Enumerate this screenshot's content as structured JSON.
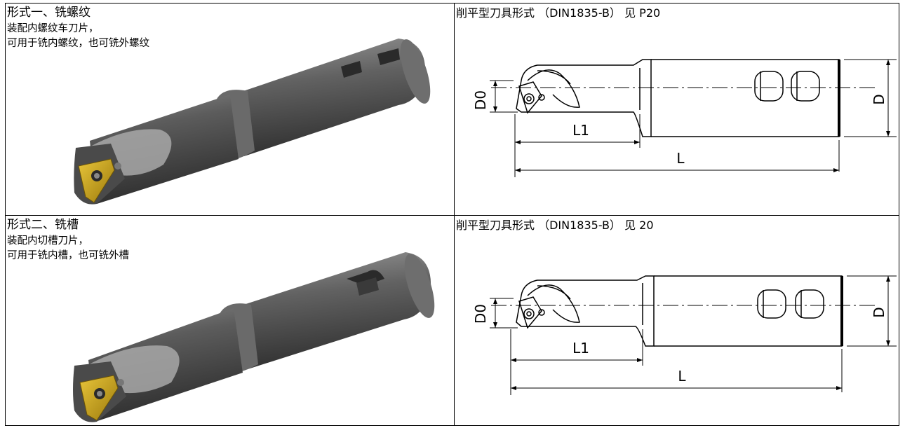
{
  "rows": [
    {
      "left": {
        "title": "形式一、铣螺纹",
        "desc_line1": "装配内螺纹车刀片，",
        "desc_line2": "可用于铣内螺纹，也可铣外螺纹"
      },
      "right": {
        "heading": "削平型刀具形式 （DIN1835-B） 见 P20",
        "dims": {
          "d0": "D0",
          "l1": "L1",
          "l": "L",
          "d": "D"
        }
      }
    },
    {
      "left": {
        "title": "形式二、铣槽",
        "desc_line1": "装配内切槽刀片，",
        "desc_line2": "可用于铣内槽，也可铣外槽"
      },
      "right": {
        "heading": "削平型刀具形式 （DIN1835-B） 见 20",
        "dims": {
          "d0": "D0",
          "l1": "L1",
          "l": "L",
          "d": "D"
        }
      }
    }
  ],
  "colors": {
    "tool_body": "#5a5a5a",
    "insert": "#c9a218",
    "line": "#000000"
  }
}
